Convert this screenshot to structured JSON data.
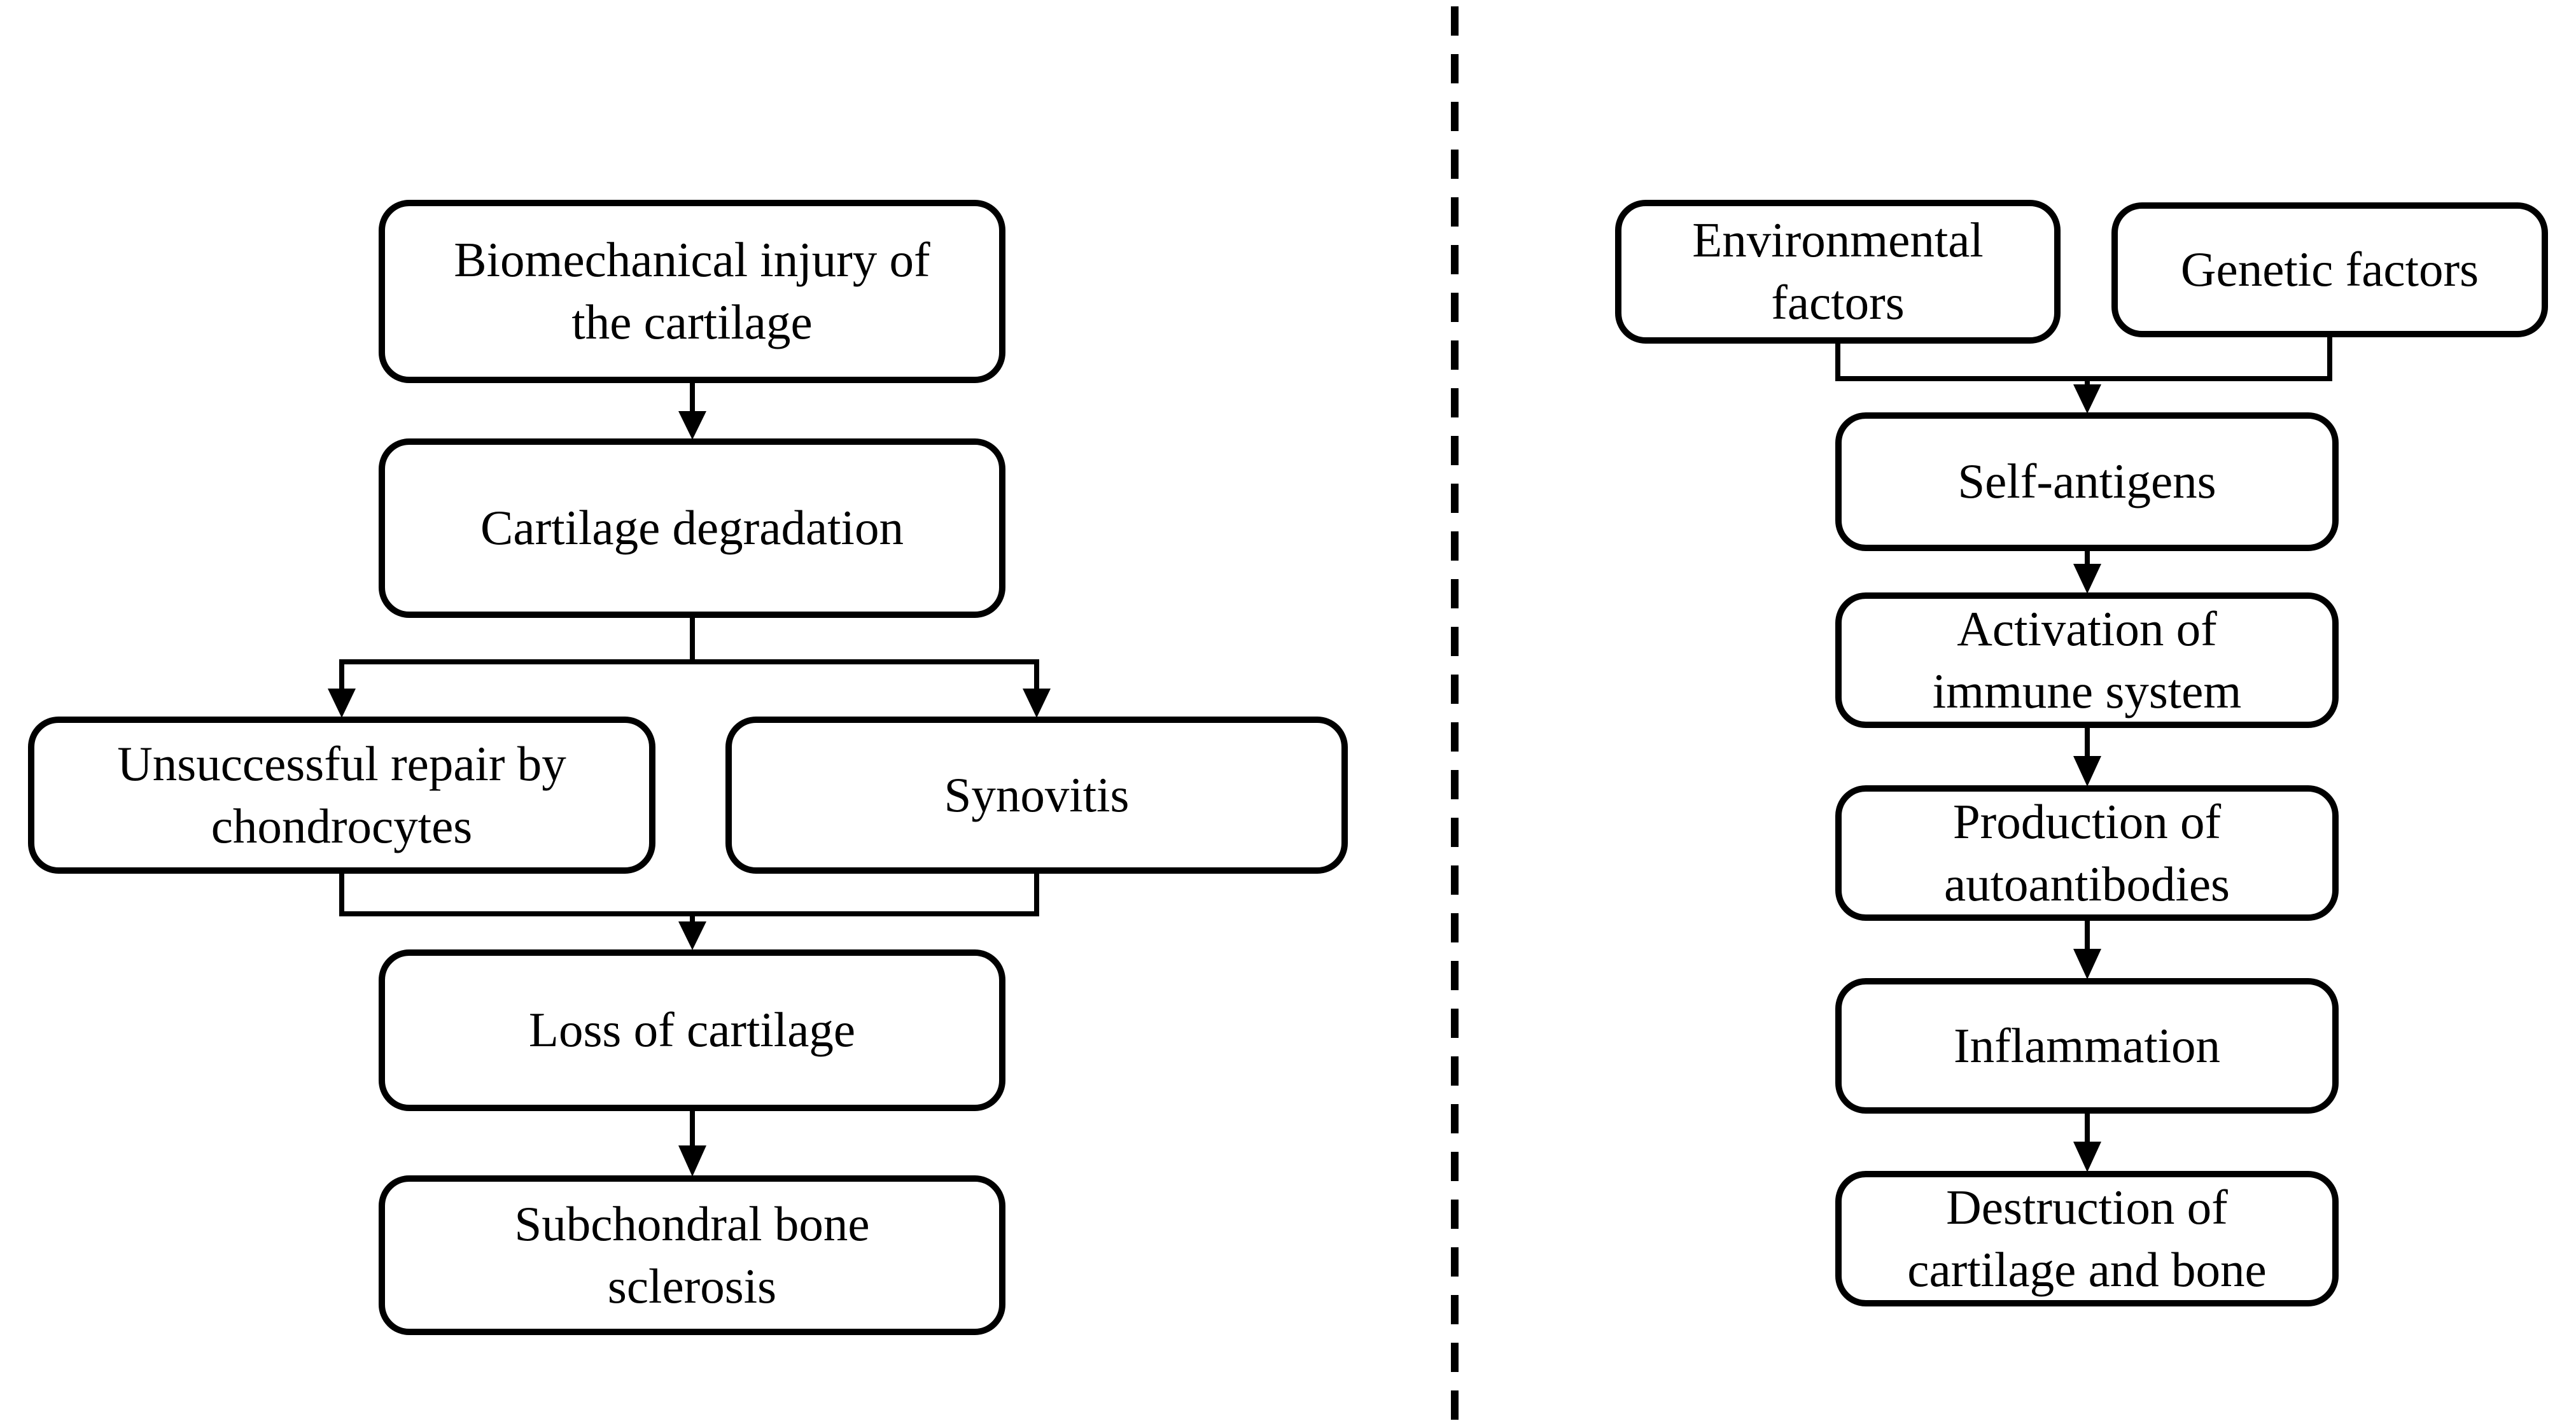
{
  "figure": {
    "background_color": "#ffffff",
    "stroke_color": "#000000",
    "divider_style": "vertical dashed line separating the two flowcharts"
  },
  "left_flowchart": {
    "nodes": [
      {
        "id": "biomechanical-injury",
        "label": "Biomechanical injury of the cartilage",
        "lines": [
          "Biomechanical injury of",
          "the cartilage"
        ]
      },
      {
        "id": "cartilage-degradation",
        "label": "Cartilage degradation",
        "lines": [
          "Cartilage degradation"
        ]
      },
      {
        "id": "unsuccessful-repair",
        "label": "Unsuccessful repair by chondrocytes",
        "lines": [
          "Unsuccessful repair by",
          "chondrocytes"
        ]
      },
      {
        "id": "synovitis",
        "label": "Synovitis",
        "lines": [
          "Synovitis"
        ]
      },
      {
        "id": "loss-of-cartilage",
        "label": "Loss of cartilage",
        "lines": [
          "Loss of cartilage"
        ]
      },
      {
        "id": "subchondral-bone-sclerosis",
        "label": "Subchondral bone sclerosis",
        "lines": [
          "Subchondral bone",
          "sclerosis"
        ]
      }
    ],
    "edges": [
      {
        "from": "biomechanical-injury",
        "to": "cartilage-degradation"
      },
      {
        "from": "cartilage-degradation",
        "to": "unsuccessful-repair"
      },
      {
        "from": "cartilage-degradation",
        "to": "synovitis"
      },
      {
        "from": "unsuccessful-repair",
        "to": "loss-of-cartilage"
      },
      {
        "from": "synovitis",
        "to": "loss-of-cartilage"
      },
      {
        "from": "loss-of-cartilage",
        "to": "subchondral-bone-sclerosis"
      }
    ]
  },
  "right_flowchart": {
    "nodes": [
      {
        "id": "environmental-factors",
        "label": "Environmental factors",
        "lines": [
          "Environmental",
          "factors"
        ]
      },
      {
        "id": "genetic-factors",
        "label": "Genetic factors",
        "lines": [
          "Genetic factors"
        ]
      },
      {
        "id": "self-antigens",
        "label": "Self-antigens",
        "lines": [
          "Self-antigens"
        ]
      },
      {
        "id": "activation-immune-system",
        "label": "Activation of immune system",
        "lines": [
          "Activation of",
          "immune system"
        ]
      },
      {
        "id": "production-autoantibodies",
        "label": "Production of autoantibodies",
        "lines": [
          "Production of",
          "autoantibodies"
        ]
      },
      {
        "id": "inflammation",
        "label": "Inflammation",
        "lines": [
          "Inflammation"
        ]
      },
      {
        "id": "destruction-cartilage-bone",
        "label": "Destruction of cartilage and bone",
        "lines": [
          "Destruction of",
          "cartilage and bone"
        ]
      }
    ],
    "edges": [
      {
        "from": "environmental-factors",
        "to": "self-antigens"
      },
      {
        "from": "genetic-factors",
        "to": "self-antigens"
      },
      {
        "from": "self-antigens",
        "to": "activation-immune-system"
      },
      {
        "from": "activation-immune-system",
        "to": "production-autoantibodies"
      },
      {
        "from": "production-autoantibodies",
        "to": "inflammation"
      },
      {
        "from": "inflammation",
        "to": "destruction-cartilage-bone"
      }
    ]
  }
}
